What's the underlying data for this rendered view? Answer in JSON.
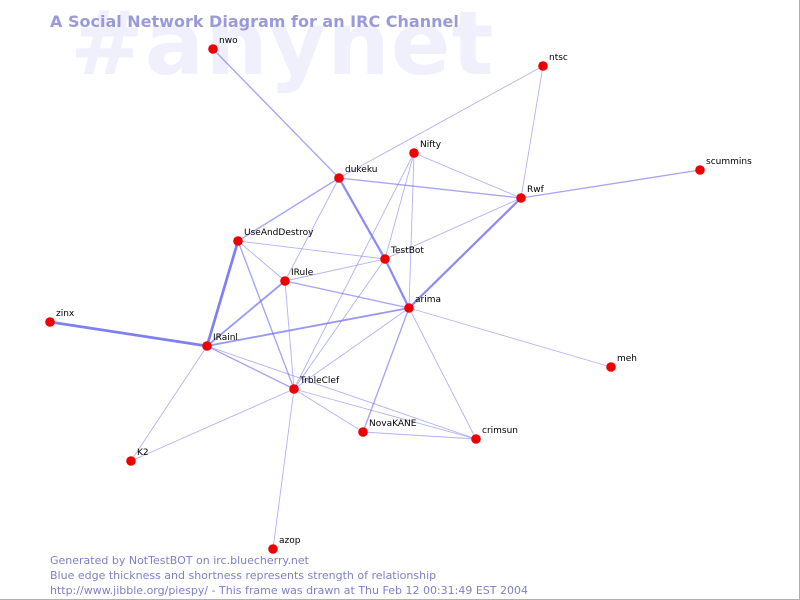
{
  "watermark": "#anynet",
  "title": "A Social Network Diagram for an IRC Channel",
  "footer": {
    "line1": "Generated by NotTestBOT on irc.bluecherry.net",
    "line2": "Blue edge thickness and shortness represents strength of relationship",
    "line3": "http://www.jibble.org/piespy/ - This frame was drawn at Thu Feb 12 00:31:49 EST 2004"
  },
  "colors": {
    "node": "#ee0000",
    "edge": "#6a6aee",
    "title": "#9a9ad8",
    "watermark": "#f0f0fc",
    "footer": "#8080c4"
  },
  "nodes": [
    {
      "id": "nwo",
      "label": "nwo"
    },
    {
      "id": "ntsc",
      "label": "ntsc"
    },
    {
      "id": "Nifty",
      "label": "Nifty"
    },
    {
      "id": "dukeku",
      "label": "dukeku"
    },
    {
      "id": "Rwf",
      "label": "Rwf"
    },
    {
      "id": "scummins",
      "label": "scummins"
    },
    {
      "id": "UseAndDestroy",
      "label": "UseAndDestroy"
    },
    {
      "id": "TestBot",
      "label": "TestBot"
    },
    {
      "id": "IRule",
      "label": "IRule"
    },
    {
      "id": "arima",
      "label": "arima"
    },
    {
      "id": "zinx",
      "label": "zinx"
    },
    {
      "id": "IRainl",
      "label": "IRainl"
    },
    {
      "id": "meh",
      "label": "meh"
    },
    {
      "id": "TrbleClef",
      "label": "TrbleClef"
    },
    {
      "id": "NovaKANE",
      "label": "NovaKANE"
    },
    {
      "id": "crimsun",
      "label": "crimsun"
    },
    {
      "id": "K2",
      "label": "K2"
    },
    {
      "id": "azop",
      "label": "azop"
    }
  ],
  "edges": [
    {
      "source": "nwo",
      "target": "dukeku",
      "weight": 1.5
    },
    {
      "source": "ntsc",
      "target": "Rwf",
      "weight": 1
    },
    {
      "source": "ntsc",
      "target": "dukeku",
      "weight": 1
    },
    {
      "source": "Nifty",
      "target": "Rwf",
      "weight": 1
    },
    {
      "source": "Nifty",
      "target": "TestBot",
      "weight": 1
    },
    {
      "source": "Nifty",
      "target": "arima",
      "weight": 1
    },
    {
      "source": "Nifty",
      "target": "TrbleClef",
      "weight": 1
    },
    {
      "source": "dukeku",
      "target": "Rwf",
      "weight": 1.5
    },
    {
      "source": "dukeku",
      "target": "TestBot",
      "weight": 2.5
    },
    {
      "source": "dukeku",
      "target": "UseAndDestroy",
      "weight": 1.5
    },
    {
      "source": "dukeku",
      "target": "IRule",
      "weight": 1
    },
    {
      "source": "Rwf",
      "target": "scummins",
      "weight": 1.5
    },
    {
      "source": "Rwf",
      "target": "arima",
      "weight": 2.5
    },
    {
      "source": "Rwf",
      "target": "TestBot",
      "weight": 1
    },
    {
      "source": "UseAndDestroy",
      "target": "TestBot",
      "weight": 1
    },
    {
      "source": "UseAndDestroy",
      "target": "IRule",
      "weight": 1
    },
    {
      "source": "UseAndDestroy",
      "target": "IRainl",
      "weight": 3
    },
    {
      "source": "UseAndDestroy",
      "target": "TrbleClef",
      "weight": 1.5
    },
    {
      "source": "TestBot",
      "target": "IRule",
      "weight": 1
    },
    {
      "source": "TestBot",
      "target": "arima",
      "weight": 2.5
    },
    {
      "source": "TestBot",
      "target": "TrbleClef",
      "weight": 1
    },
    {
      "source": "IRule",
      "target": "arima",
      "weight": 1.5
    },
    {
      "source": "IRule",
      "target": "IRainl",
      "weight": 2
    },
    {
      "source": "IRule",
      "target": "TrbleClef",
      "weight": 1
    },
    {
      "source": "arima",
      "target": "IRainl",
      "weight": 2
    },
    {
      "source": "arima",
      "target": "meh",
      "weight": 1
    },
    {
      "source": "arima",
      "target": "NovaKANE",
      "weight": 1.5
    },
    {
      "source": "arima",
      "target": "crimsun",
      "weight": 1
    },
    {
      "source": "arima",
      "target": "TrbleClef",
      "weight": 1
    },
    {
      "source": "zinx",
      "target": "IRainl",
      "weight": 3
    },
    {
      "source": "IRainl",
      "target": "TrbleClef",
      "weight": 1.5
    },
    {
      "source": "IRainl",
      "target": "K2",
      "weight": 1
    },
    {
      "source": "IRainl",
      "target": "crimsun",
      "weight": 1
    },
    {
      "source": "TrbleClef",
      "target": "NovaKANE",
      "weight": 1
    },
    {
      "source": "TrbleClef",
      "target": "crimsun",
      "weight": 1
    },
    {
      "source": "TrbleClef",
      "target": "K2",
      "weight": 1
    },
    {
      "source": "TrbleClef",
      "target": "azop",
      "weight": 1
    },
    {
      "source": "NovaKANE",
      "target": "crimsun",
      "weight": 1
    }
  ]
}
